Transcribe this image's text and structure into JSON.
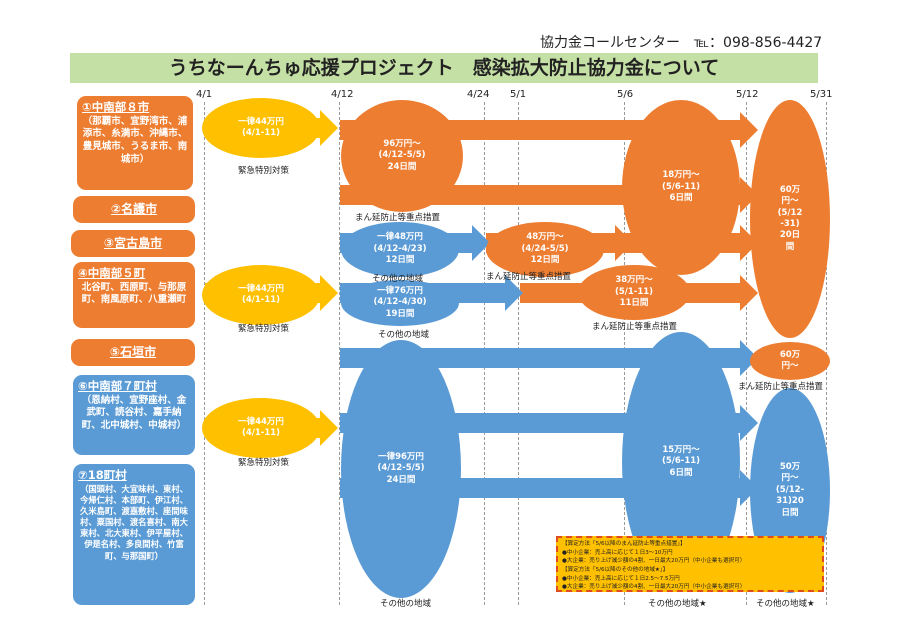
{
  "header": {
    "contact": "協力金コールセンター　℡：098-856-4427",
    "title": "うちなーんちゅ応援プロジェクト　感染拡大防止協力金について"
  },
  "dates": [
    "4/1",
    "4/12",
    "4/24",
    "5/1",
    "5/6",
    "5/12",
    "5/31"
  ],
  "regions": {
    "r1": {
      "title": "①中南部８市",
      "body": "（那覇市、宜野湾市、浦添市、糸満市、沖縄市、豊見城市、うるま市、南城市）"
    },
    "r2": {
      "title": "②名護市"
    },
    "r3": {
      "title": "③宮古島市"
    },
    "r4": {
      "title": "④中南部５町",
      "body": "北谷町、西原町、与那原町、南風原町、八重瀬町"
    },
    "r5": {
      "title": "⑤石垣市"
    },
    "r6": {
      "title": "⑥中南部７町村",
      "body": "（恩納村、宜野座村、金武町、読谷村、嘉手納町、北中城村、中城村）"
    },
    "r7": {
      "title": "⑦18町村",
      "body": "（国頭村、大宜味村、東村、今帰仁村、本部町、伊江村、久米島町、渡嘉敷村、座間味村、粟国村、渡名喜村、南大東村、北大東村、伊平屋村、伊是名村、多良間村、竹富町、与那国町）"
    }
  },
  "ellipses": {
    "e1": "一律44万円\n(4/1-11)",
    "e2": "96万円～\n(4/12-5/5)\n24日間",
    "e3": "18万円～\n(5/6-11)\n6日間",
    "e4": "60万\n円～\n(5/12\n-31)\n20日\n間",
    "e5": "一律48万円\n(4/12-4/23)\n12日間",
    "e6": "48万円～\n(4/24-5/5)\n12日間",
    "e7": "一律44万円\n(4/1-11)",
    "e8": "一律76万円\n(4/12-4/30)\n19日間",
    "e9": "38万円～\n(5/1-11)\n11日間",
    "e10": "60万\n円～",
    "e11": "一律44万円\n(4/1-11)",
    "e12": "一律96万円\n(4/12-5/5)\n24日間",
    "e13": "15万円～\n(5/6-11)\n6日間",
    "e14": "50万\n円～\n(5/12-\n31)20\n日間"
  },
  "notes": {
    "n1": "緊急特別対策",
    "n2": "まん延防止等重点措置",
    "n3": "その他の地域",
    "n4": "まん延防止等重点措置",
    "n5": "緊急特別対策",
    "n6": "その他の地域",
    "n7": "まん延防止等重点措置",
    "n8": "まん延防止等重点措置",
    "n9": "緊急特別対策",
    "n10": "その他の地域",
    "n11": "その他の地域★",
    "n12": "その他の地域★"
  },
  "legend": [
    "【算定方法「5/6以降のまん延防止等重点措置」】",
    "●中小企業：売上高に応じて１日3～10万円",
    "●大企業：売り上げ減少額の4割、一日最大20万円（中小企業も選択可）",
    "【算定方法「5/6以降のその他の地域★」】",
    "●中小企業：売上高に応じて１日2.5～7.5万円",
    "●大企業：売り上げ減少額の4割、一日最大20万円（中小企業も選択可）"
  ],
  "colors": {
    "orange": "#ed7d31",
    "blue": "#5b9bd5",
    "yellow": "#ffc000",
    "green": "#c5e0a5"
  }
}
